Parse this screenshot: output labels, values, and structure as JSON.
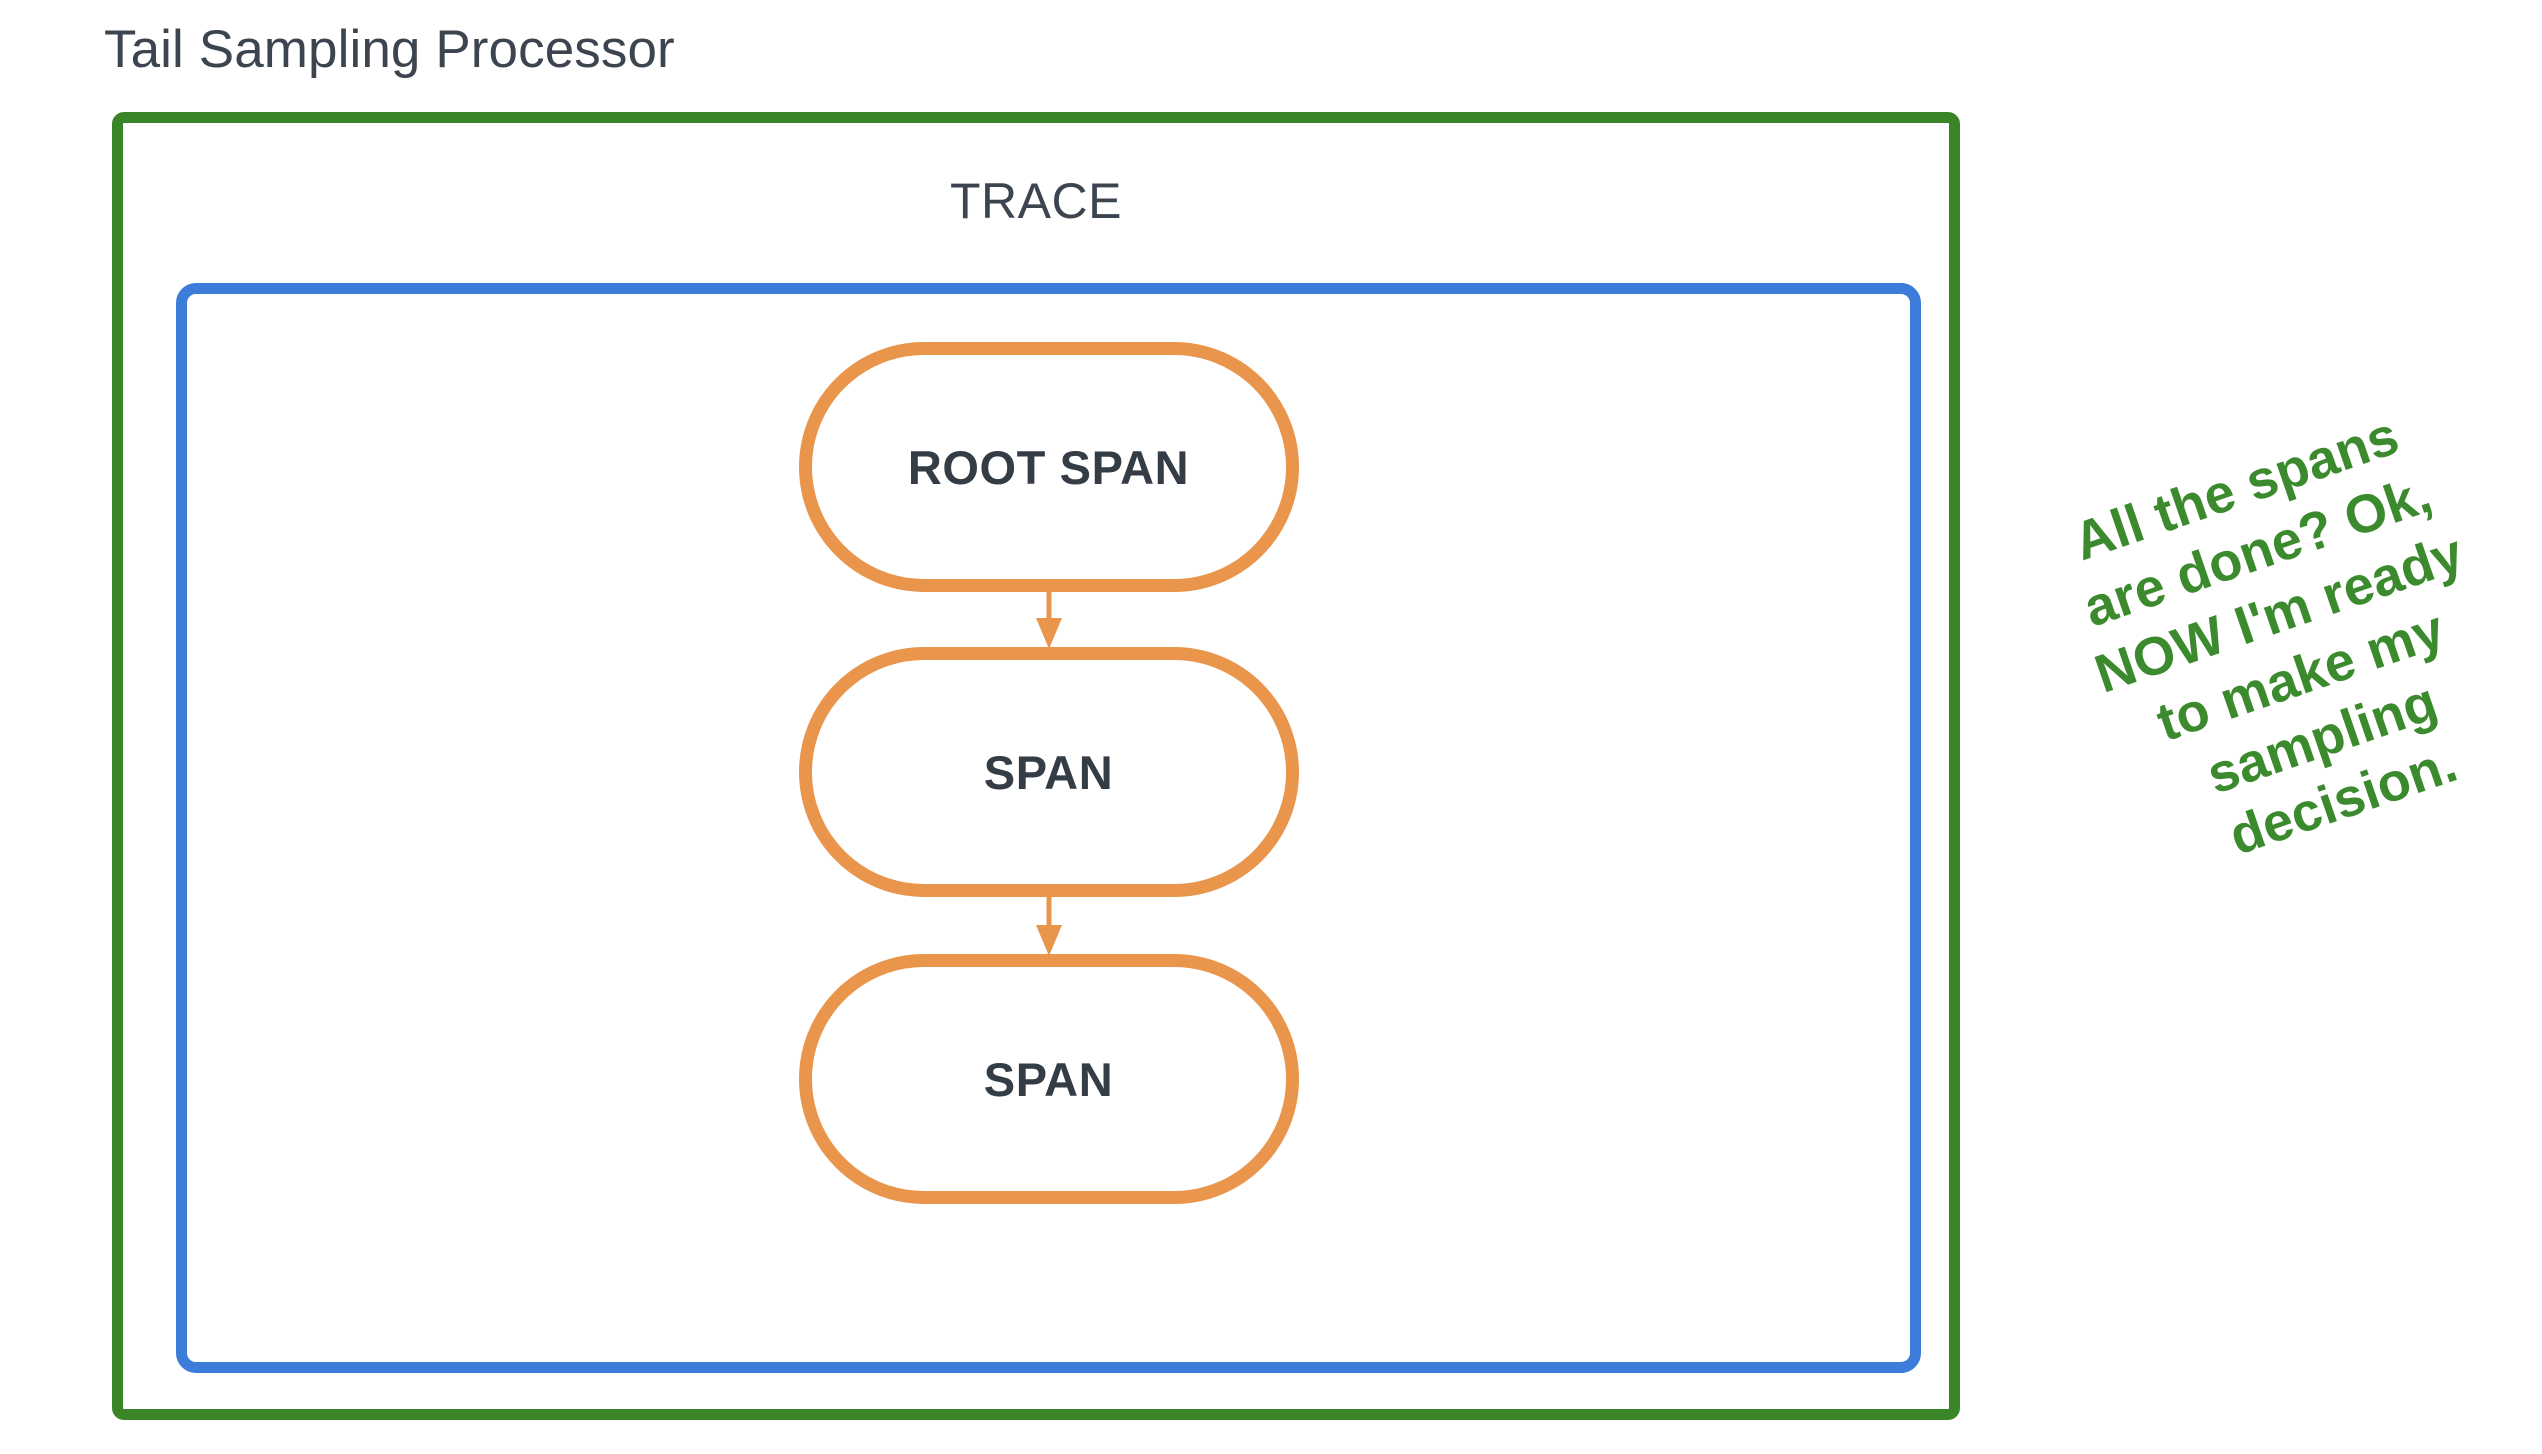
{
  "title": "Tail Sampling Processor",
  "colors": {
    "processor_border": "#3a8527",
    "trace_border": "#3b7dd8",
    "span_border": "#e9964c",
    "text_dark": "#3c444f",
    "annotation_green": "#3c8a2e",
    "background": "#ffffff"
  },
  "trace": {
    "label": "TRACE",
    "spans": [
      {
        "label": "ROOT SPAN"
      },
      {
        "label": "SPAN"
      },
      {
        "label": "SPAN"
      }
    ],
    "connectors": [
      {
        "from": "ROOT SPAN",
        "to": "SPAN",
        "direction": "down"
      },
      {
        "from": "SPAN",
        "to": "SPAN",
        "direction": "down"
      }
    ]
  },
  "annotation": {
    "full_text": "All the spans are done? Ok, NOW I'm ready to make my sampling decision.",
    "lines": [
      "All the spans",
      "are done? Ok,",
      "NOW I'm ready",
      "to make my",
      "sampling",
      "decision."
    ]
  }
}
